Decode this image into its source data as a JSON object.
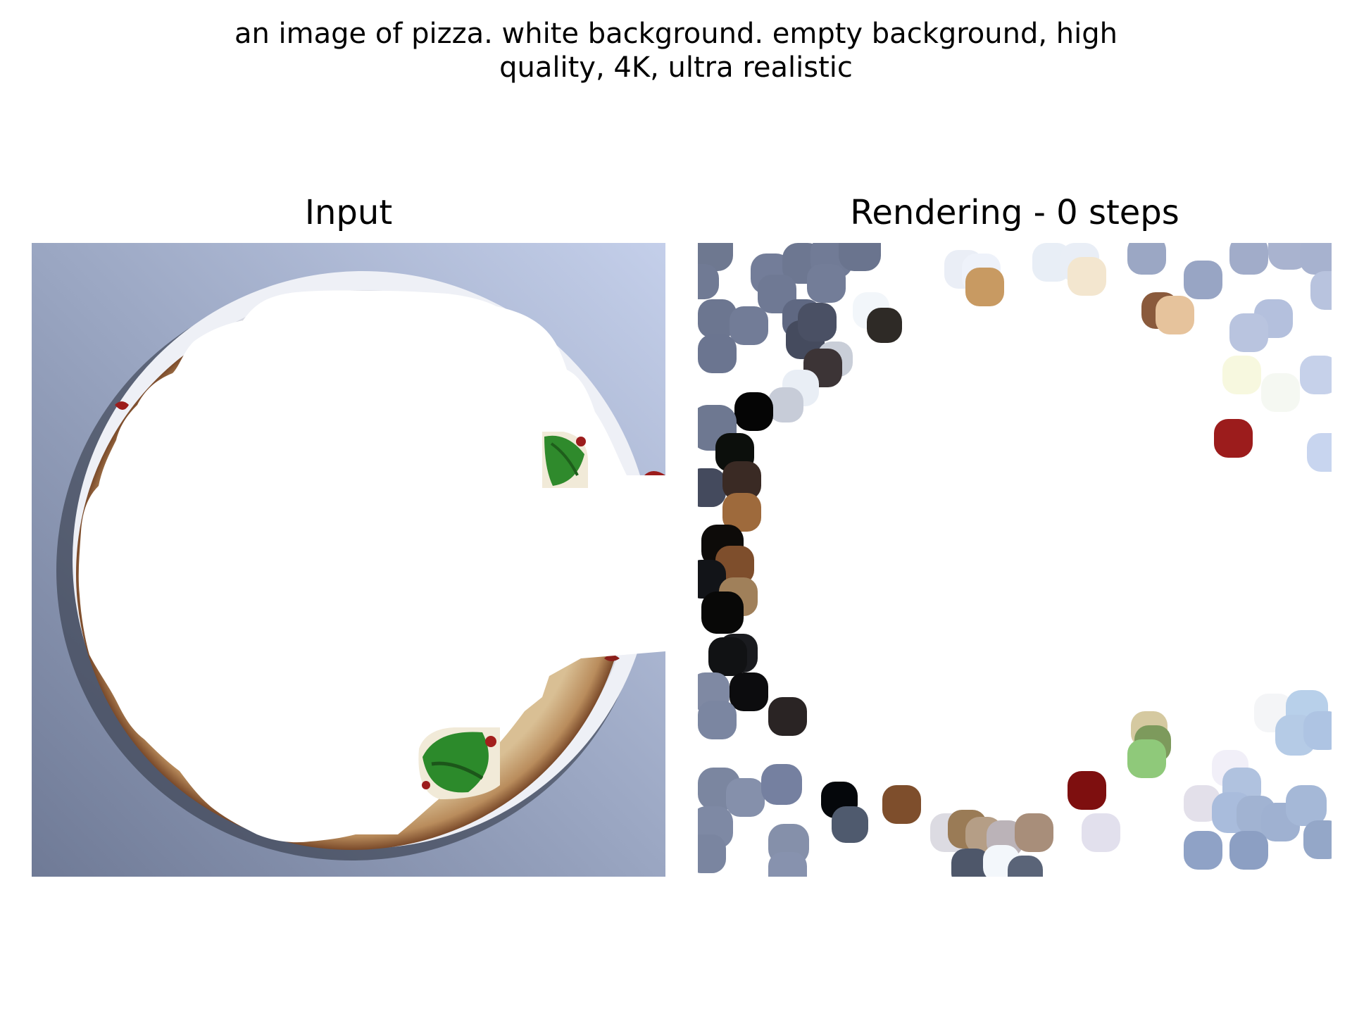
{
  "figure": {
    "title_lines": [
      "an image of pizza. white background. empty background, high",
      "quality, 4K, ultra realistic"
    ]
  },
  "panels": [
    {
      "title": "Input"
    },
    {
      "title": "Rendering - 0 steps"
    }
  ],
  "colors": {
    "backdrop_light": "#c6d0ea",
    "backdrop_dark": "#6b7690",
    "plate_rim": "#eef0f6",
    "crust": "#c9a779",
    "basil": "#2f8a2c",
    "sauce": "#9c1c1c"
  }
}
